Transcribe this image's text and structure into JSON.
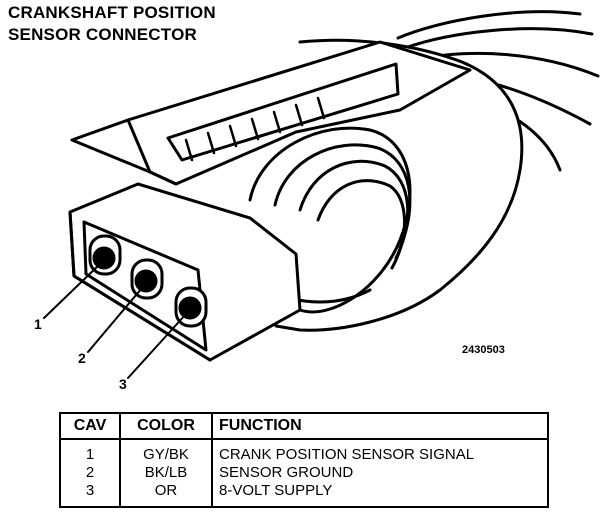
{
  "title": {
    "line1": "CRANKSHAFT POSITION",
    "line2": "SENSOR CONNECTOR"
  },
  "figure_id": "2430503",
  "pins": [
    "1",
    "2",
    "3"
  ],
  "table": {
    "headers": {
      "cav": "CAV",
      "color": "COLOR",
      "function": "FUNCTION"
    },
    "rows": [
      {
        "cav": "1",
        "color": "GY/BK",
        "function": "CRANK POSITION SENSOR SIGNAL"
      },
      {
        "cav": "2",
        "color": "BK/LB",
        "function": "SENSOR GROUND"
      },
      {
        "cav": "3",
        "color": "OR",
        "function": "8-VOLT SUPPLY"
      }
    ]
  }
}
